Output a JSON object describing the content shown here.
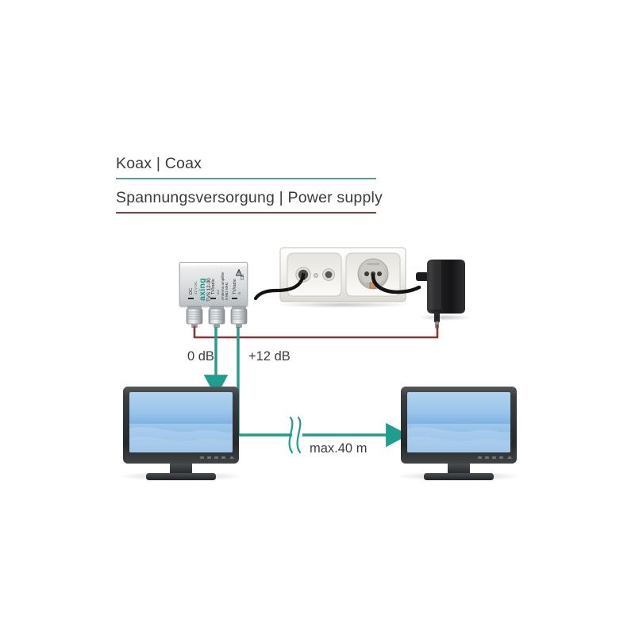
{
  "headings": [
    {
      "text": "Koax | Coax",
      "rule_color": "#5f9c92"
    },
    {
      "text": "Spannungsversorgung | Power supply",
      "rule_color": "#8e3b3b"
    }
  ],
  "diagram": {
    "type": "coax-distribution-wiring-diagram",
    "amplifier": {
      "brand": "axing",
      "model": "TVS 12-00",
      "ports": [
        {
          "name": "DC",
          "sub": "12 V DC"
        },
        {
          "name": "TV/radio",
          "sub": "out"
        },
        {
          "name": "TV/radio",
          "sub": "in"
        }
      ],
      "spec_label": "Antenna amplifier",
      "spec_range": "5-862 MHz",
      "marks": "CE"
    },
    "wall_plate": {
      "coax_outlet_label": "",
      "power_socket_label": ""
    },
    "power_supply": {
      "label": ""
    },
    "callouts": [
      {
        "id": "out-0db",
        "text": "0 dB"
      },
      {
        "id": "out-12db",
        "text": "+12 dB"
      },
      {
        "id": "cable-length",
        "text": "max.40 m"
      }
    ],
    "displays": [
      {
        "id": "tv-left",
        "label": ""
      },
      {
        "id": "tv-right",
        "label": ""
      }
    ],
    "colors": {
      "signal_line": "#1d9e8e",
      "dc_line": "#8e3536",
      "mains_cable": "#141414",
      "screen_blue": "#7fb3e3",
      "bezel": "#2e3234"
    }
  }
}
